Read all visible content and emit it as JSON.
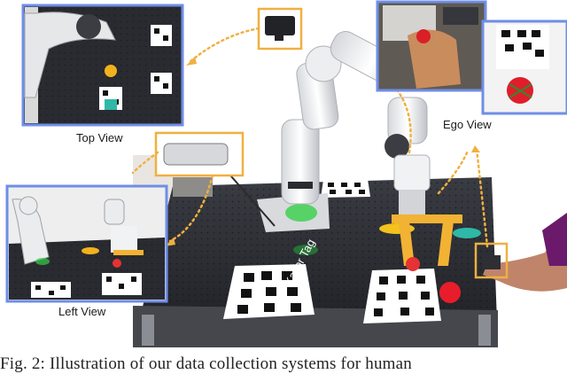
{
  "labels": {
    "top_view": "Top View",
    "left_view": "Left View",
    "ego_view": "Ego View",
    "kalibr_tag": "Kalibr Tag"
  },
  "caption": "Fig. 2: Illustration of our data collection systems for human",
  "colors": {
    "inset_border": "#6f8ee6",
    "camera_border": "#f0b040",
    "arrow": "#f0b040",
    "table": "#2b2d33"
  }
}
